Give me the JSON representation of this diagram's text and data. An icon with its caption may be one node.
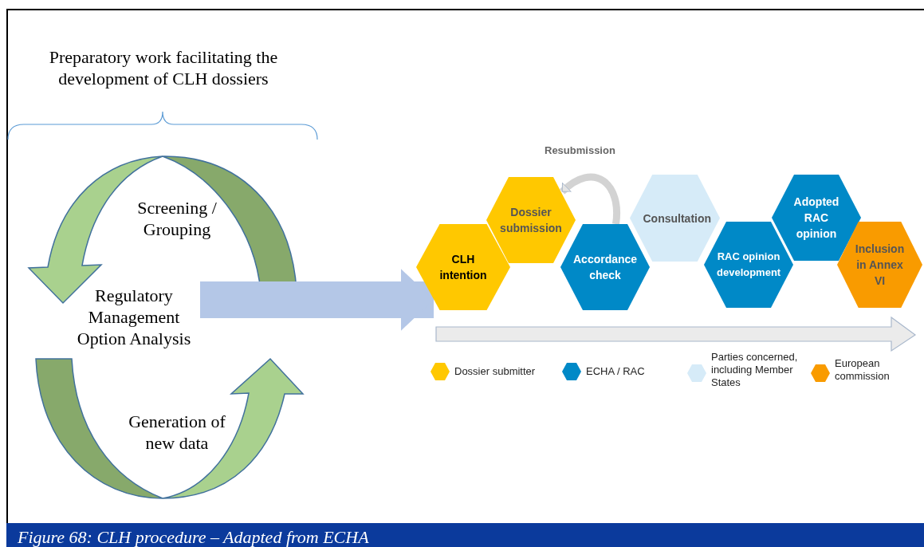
{
  "diagram": {
    "caption": "Figure 68: CLH procedure – Adapted from ECHA",
    "nodes": [
      {
        "text": [
          "CLH intention"
        ]
      },
      {
        "text": [
          "Dossier submission"
        ]
      },
      {
        "text": [
          "Accordance check"
        ]
      },
      {
        "text": [
          "Consultation"
        ]
      },
      {
        "text": [
          "RAC opinion development"
        ]
      },
      {
        "text": [
          "Adopted RAC opinion"
        ]
      },
      {
        "text": [
          "Inclusion in Annex VI"
        ]
      }
    ],
    "edges": [
      {
        "from": 2,
        "to": 1,
        "arrow": "to",
        "label": "Resubmission"
      },
      {
        "from": null,
        "to": 0,
        "arrow": "to",
        "style": "thick",
        "color": "#b4c7e7"
      }
    ],
    "labels": [
      "Preparatory work facilitating the development of CLH dossiers",
      "Screening / Grouping",
      "Regulatory Management Option Analysis",
      "Generation of new data"
    ],
    "legend": [
      {
        "text": "Dossier submitter",
        "color": "#ffc800"
      },
      {
        "text": "ECHA / RAC",
        "color": "#0089c7"
      },
      {
        "text": "Parties concerned, including Member States",
        "color": "#d6ebf8"
      },
      {
        "text": "European commission",
        "color": "#f99b00"
      }
    ]
  }
}
